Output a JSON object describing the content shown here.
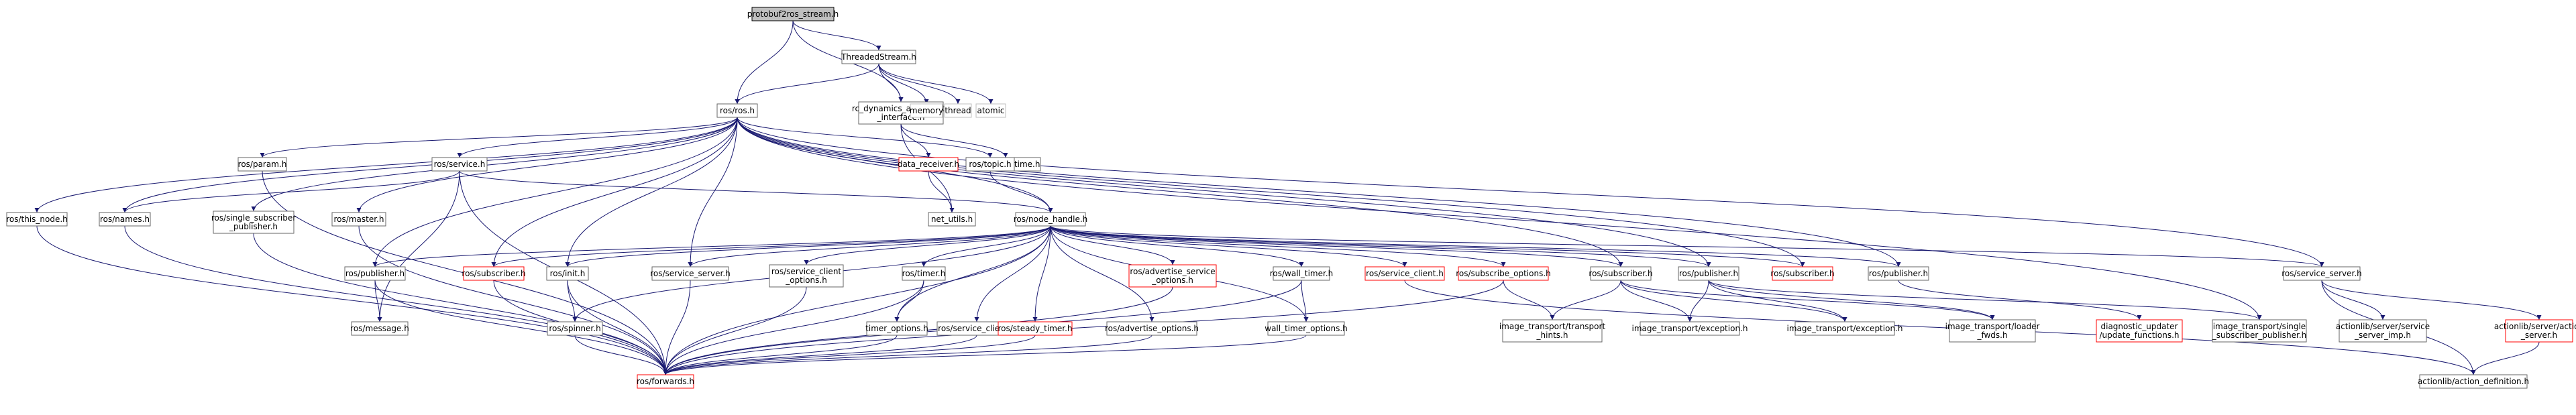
{
  "graph": {
    "nodes": [
      {
        "id": "root",
        "label": "protobuf2ros_stream.h",
        "kind": "root"
      },
      {
        "id": "threaded",
        "label": "ThreadedStream.h"
      },
      {
        "id": "rosros",
        "label": "ros/ros.h"
      },
      {
        "id": "rcremote",
        "label": "rc_dynamics_api/remote\n_interface.h"
      },
      {
        "id": "memory",
        "label": "memory",
        "kind": "gray"
      },
      {
        "id": "thread",
        "label": "thread",
        "kind": "gray"
      },
      {
        "id": "atomic",
        "label": "atomic",
        "kind": "gray"
      },
      {
        "id": "datareceiver",
        "label": "data_receiver.h",
        "kind": "red"
      },
      {
        "id": "trajtime",
        "label": "trajectory_time.h"
      },
      {
        "id": "netutils",
        "label": "net_utils.h"
      },
      {
        "id": "rosparam",
        "label": "ros/param.h"
      },
      {
        "id": "rosservice",
        "label": "ros/service.h"
      },
      {
        "id": "rostopic",
        "label": "ros/topic.h"
      },
      {
        "id": "thisnode",
        "label": "ros/this_node.h"
      },
      {
        "id": "rosnames",
        "label": "ros/names.h"
      },
      {
        "id": "singlesub",
        "label": "ros/single_subscriber\n_publisher.h"
      },
      {
        "id": "rosmaster",
        "label": "ros/master.h"
      },
      {
        "id": "nodehandle",
        "label": "ros/node_handle.h"
      },
      {
        "id": "rospublisher1",
        "label": "ros/publisher.h"
      },
      {
        "id": "rossubscriber1",
        "label": "ros/subscriber.h",
        "kind": "red"
      },
      {
        "id": "rosinit",
        "label": "ros/init.h"
      },
      {
        "id": "rosservserver1",
        "label": "ros/service_server.h"
      },
      {
        "id": "servclientopts",
        "label": "ros/service_client\n_options.h"
      },
      {
        "id": "rostimer",
        "label": "ros/timer.h"
      },
      {
        "id": "advservopts",
        "label": "ros/advertise_service\n_options.h",
        "kind": "red"
      },
      {
        "id": "walltimer",
        "label": "ros/wall_timer.h"
      },
      {
        "id": "servclient1",
        "label": "ros/service_client.h",
        "kind": "red"
      },
      {
        "id": "subopts",
        "label": "ros/subscribe_options.h",
        "kind": "red"
      },
      {
        "id": "imgsub",
        "label": "ros/subscriber.h"
      },
      {
        "id": "imgpub",
        "label": "ros/publisher.h"
      },
      {
        "id": "rossubscriber2",
        "label": "ros/subscriber.h",
        "kind": "red"
      },
      {
        "id": "rospublisher2",
        "label": "ros/publisher.h"
      },
      {
        "id": "rosservserver2",
        "label": "ros/service_server.h"
      },
      {
        "id": "rosmessage",
        "label": "ros/message.h"
      },
      {
        "id": "rosspinner",
        "label": "ros/spinner.h"
      },
      {
        "id": "timeropts",
        "label": "timer_options.h"
      },
      {
        "id": "servclient2",
        "label": "ros/service_client.h"
      },
      {
        "id": "steadytimer",
        "label": "ros/steady_timer.h",
        "kind": "red"
      },
      {
        "id": "advopts",
        "label": "ros/advertise_options.h"
      },
      {
        "id": "walltimeropts",
        "label": "wall_timer_options.h"
      },
      {
        "id": "transhints",
        "label": "image_transport/transport\n_hints.h"
      },
      {
        "id": "excA",
        "label": "image_transport/exception.h"
      },
      {
        "id": "excB",
        "label": "image_transport/exception.h"
      },
      {
        "id": "loaderfwds",
        "label": "image_transport/loader\n_fwds.h"
      },
      {
        "id": "diagupd",
        "label": "diagnostic_updater\n/update_functions.h",
        "kind": "red"
      },
      {
        "id": "singlesubpub",
        "label": "image_transport/single\n_subscriber_publisher.h"
      },
      {
        "id": "servimp",
        "label": "actionlib/server/service\n_server_imp.h"
      },
      {
        "id": "actserver",
        "label": "actionlib/server/action\n_server.h",
        "kind": "red"
      },
      {
        "id": "actiondef",
        "label": "actionlib/action_definition.h"
      },
      {
        "id": "forwards",
        "label": "ros/forwards.h",
        "kind": "red"
      }
    ]
  }
}
